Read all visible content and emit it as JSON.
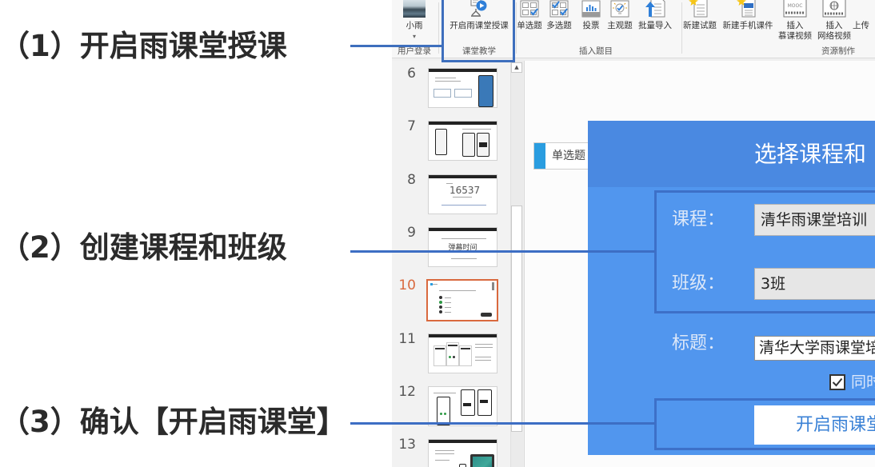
{
  "annotations": {
    "step1": "（1）开启雨课堂授课",
    "step2": "（2）创建课程和班级",
    "step3": "（3）确认【开启雨课堂】"
  },
  "colors": {
    "annotation_line": "#3e6fbd",
    "dialog_header": "#4a89e1",
    "dialog_body": "#5196ee",
    "dialog_inner_border": "#3d70c8",
    "selected_slide": "#d9693e",
    "question_tag_strip": "#2a9de0",
    "start_button_text": "#3b82d6"
  },
  "ribbon": {
    "groups": [
      {
        "label": "用户登录"
      },
      {
        "label": "课堂教学"
      },
      {
        "label": "插入题目"
      },
      {
        "label": "资源制作"
      }
    ],
    "user": {
      "name": "小雨",
      "dropdown_icon": "▾"
    },
    "start_class": {
      "label": "开启雨课堂授课",
      "icon": "presentation-play-icon"
    },
    "insert_question": [
      {
        "label": "单选题",
        "icon": "single-choice-icon"
      },
      {
        "label": "多选题",
        "icon": "multiple-choice-icon"
      },
      {
        "label": "投票",
        "icon": "vote-chart-icon"
      },
      {
        "label": "主观题",
        "icon": "subjective-question-icon"
      },
      {
        "label": "批量导入",
        "icon": "batch-import-icon"
      }
    ],
    "resources": [
      {
        "label": "新建试题",
        "icon": "new-quiz-icon"
      },
      {
        "label": "新建手机课件",
        "icon": "new-mobile-courseware-icon"
      },
      {
        "label": "插入",
        "label2": "慕课视频",
        "icon": "mooc-video-icon",
        "icon_text": "MOOC"
      },
      {
        "label": "插入",
        "label2": "网络视频",
        "icon": "web-video-icon"
      },
      {
        "label": "上传"
      }
    ]
  },
  "thumbnails": {
    "scroll_up_icon": "▲",
    "selected": "10",
    "slides": [
      {
        "number": "6"
      },
      {
        "number": "7"
      },
      {
        "number": "8",
        "text": "16537"
      },
      {
        "number": "9",
        "text": "弹幕时间"
      },
      {
        "number": "10"
      },
      {
        "number": "11"
      },
      {
        "number": "12"
      },
      {
        "number": "13"
      }
    ]
  },
  "slide": {
    "question_type": "单选题"
  },
  "dialog": {
    "title": "选择课程和",
    "course_label": "课程：",
    "course_value": "清华雨课堂培训",
    "class_label": "班级：",
    "class_value": "3班",
    "title_label": "标题：",
    "title_value": "清华大学雨课堂培",
    "checkbox_checked": true,
    "checkbox_label": "同时",
    "start_button": "开启雨课堂"
  }
}
